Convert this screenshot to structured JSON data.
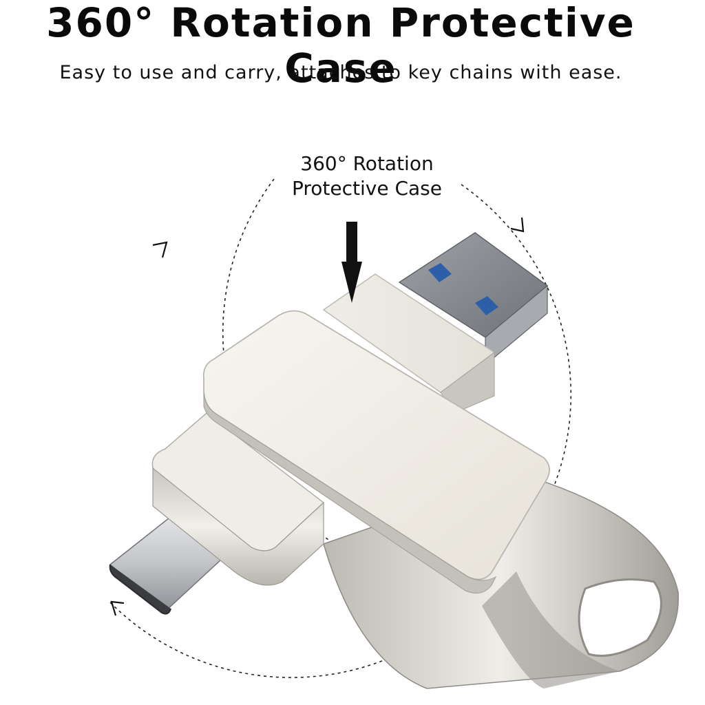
{
  "header": {
    "title": "360° Rotation Protective Case",
    "subtitle": "Easy to use and carry, attaches to key chains with ease."
  },
  "callout": {
    "line1": "360° Rotation",
    "line2": "Protective Case"
  },
  "colors": {
    "text": "#111111",
    "metal_light": "#f3f1ec",
    "metal_mid": "#d8d5ce",
    "metal_dark": "#a9a6a0",
    "usb_connector": "#8f9297",
    "usb_port_blue": "#2d5fa8"
  }
}
